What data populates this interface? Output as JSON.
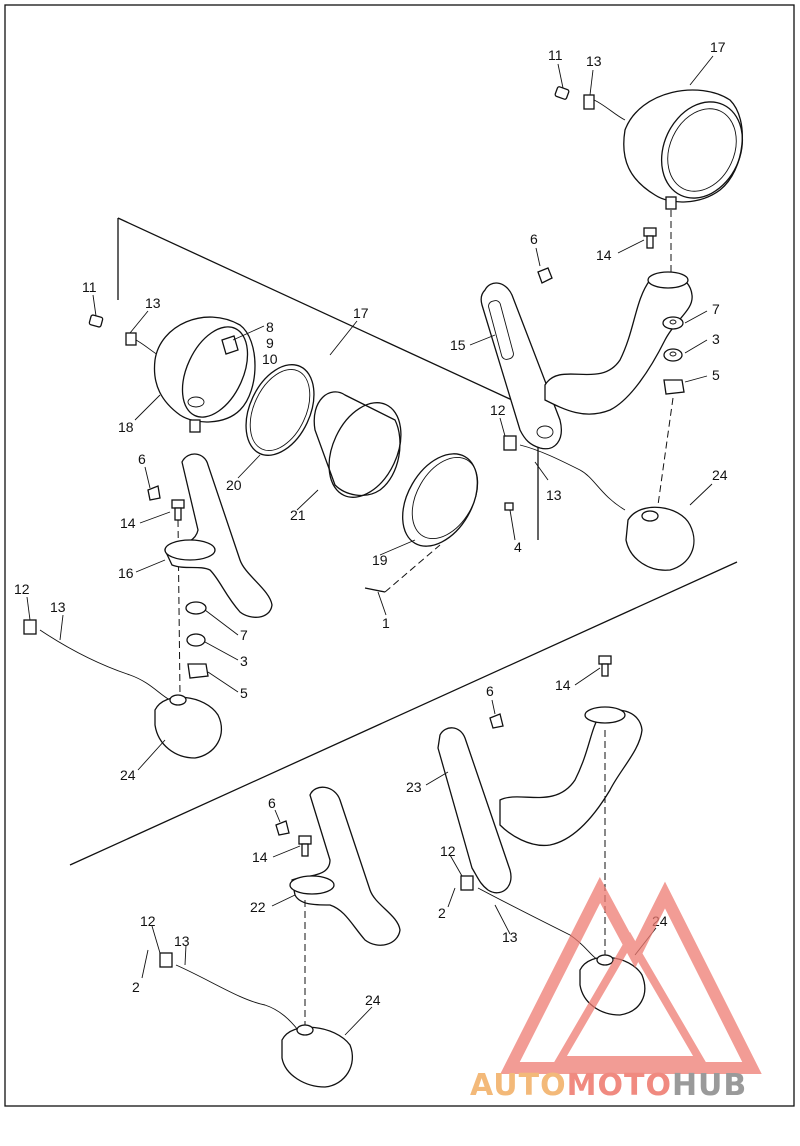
{
  "diagram": {
    "labels": [
      {
        "id": "c1",
        "text": "11"
      },
      {
        "id": "c2",
        "text": "13"
      },
      {
        "id": "c3",
        "text": "17"
      },
      {
        "id": "c4",
        "text": "6"
      },
      {
        "id": "c5",
        "text": "14"
      },
      {
        "id": "c6",
        "text": "15"
      },
      {
        "id": "c7",
        "text": "7"
      },
      {
        "id": "c8",
        "text": "3"
      },
      {
        "id": "c9",
        "text": "5"
      },
      {
        "id": "c10",
        "text": "12"
      },
      {
        "id": "c11",
        "text": "13"
      },
      {
        "id": "c12",
        "text": "24"
      },
      {
        "id": "l1",
        "text": "11"
      },
      {
        "id": "l2",
        "text": "13"
      },
      {
        "id": "l3",
        "text": "8"
      },
      {
        "id": "l4",
        "text": "9"
      },
      {
        "id": "l5",
        "text": "10"
      },
      {
        "id": "l6",
        "text": "17"
      },
      {
        "id": "l7",
        "text": "18"
      },
      {
        "id": "l8",
        "text": "20"
      },
      {
        "id": "l9",
        "text": "21"
      },
      {
        "id": "l10",
        "text": "19"
      },
      {
        "id": "l11",
        "text": "4"
      },
      {
        "id": "l12",
        "text": "1"
      },
      {
        "id": "l13",
        "text": "6"
      },
      {
        "id": "l14",
        "text": "14"
      },
      {
        "id": "l15",
        "text": "16"
      },
      {
        "id": "l16",
        "text": "7"
      },
      {
        "id": "l17",
        "text": "3"
      },
      {
        "id": "l18",
        "text": "5"
      },
      {
        "id": "l19",
        "text": "12"
      },
      {
        "id": "l20",
        "text": "13"
      },
      {
        "id": "l21",
        "text": "24"
      },
      {
        "id": "b1",
        "text": "14"
      },
      {
        "id": "b2",
        "text": "6"
      },
      {
        "id": "b3",
        "text": "23"
      },
      {
        "id": "b4",
        "text": "12"
      },
      {
        "id": "b5",
        "text": "2"
      },
      {
        "id": "b6",
        "text": "13"
      },
      {
        "id": "b7",
        "text": "24"
      },
      {
        "id": "b8",
        "text": "6"
      },
      {
        "id": "b9",
        "text": "14"
      },
      {
        "id": "b10",
        "text": "22"
      },
      {
        "id": "b11",
        "text": "12"
      },
      {
        "id": "b12",
        "text": "13"
      },
      {
        "id": "b13",
        "text": "2"
      },
      {
        "id": "b14",
        "text": "24"
      }
    ]
  },
  "watermark": {
    "part1": "AUTO",
    "part2": "MOTO",
    "part3": "HUB",
    "colors": {
      "auto": "#f3b979",
      "moto": "#f08a80",
      "hub": "#9a9a9a",
      "triangle": "#ee7b72"
    }
  }
}
